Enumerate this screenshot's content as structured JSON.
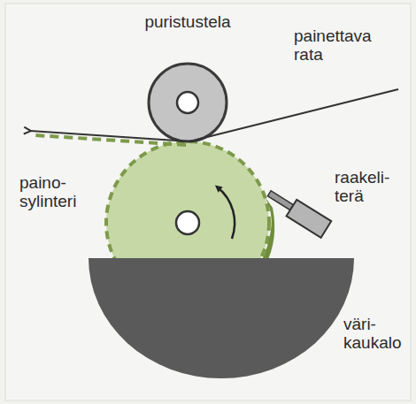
{
  "diagram": {
    "labels": [
      "puristustela",
      "painettava rata",
      "paino- sylinteri",
      "raakeli- terä",
      "väri- kaukalo"
    ]
  }
}
